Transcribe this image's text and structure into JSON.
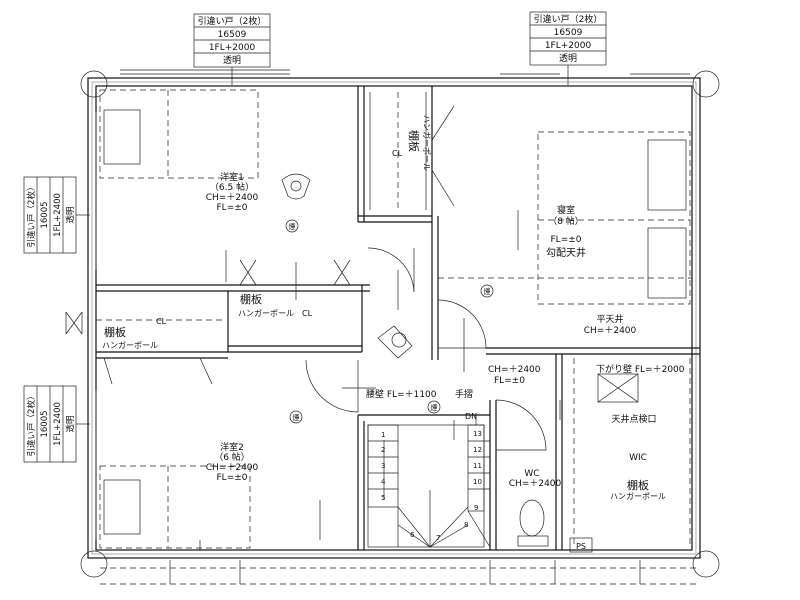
{
  "callouts": {
    "top_left": {
      "line1": "引違い戸（2枚）",
      "line2": "16509",
      "line3": "1FL+2000",
      "line4": "透明"
    },
    "top_right": {
      "line1": "引違い戸（2枚）",
      "line2": "16509",
      "line3": "1FL+2000",
      "line4": "透明"
    },
    "left_upper": {
      "line1": "引違い戸（2枚）",
      "line2": "16005",
      "line3": "1FL+2400",
      "line4": "透明"
    },
    "left_lower": {
      "line1": "引違い戸（2枚）",
      "line2": "16005",
      "line3": "1FL+2400",
      "line4": "透明"
    }
  },
  "rooms": {
    "western1": {
      "name": "洋室1",
      "size": "（6.5 帖）",
      "ch": "CH=＋2400",
      "fl": "FL=±0"
    },
    "closet_top": {
      "shelf": "棚板",
      "pole": "ハンガーポール",
      "cl": "CL"
    },
    "bedroom": {
      "name": "寝室",
      "size": "（8 帖）",
      "fl": "FL=±0",
      "ceiling": "勾配天井"
    },
    "flat_ceiling": {
      "label": "平天井",
      "ch": "CH=＋2400"
    },
    "closet_mid": {
      "shelf": "棚板",
      "pole": "ハンガーポール",
      "cl": "CL"
    },
    "closet_left": {
      "shelf": "棚板",
      "pole": "ハンガーポール",
      "cl": "CL"
    },
    "hall": {
      "ch": "CH=＋2400",
      "fl": "FL=±0"
    },
    "drop_wall": {
      "label": "下がり壁 FL=＋2000"
    },
    "waist_wall": {
      "label": "腰壁 FL=＋1100",
      "handrail": "手摺"
    },
    "attic": {
      "label": "天井点検口"
    },
    "western2": {
      "name": "洋室2",
      "size": "（6 帖）",
      "ch": "CH=＋2400",
      "fl": "FL=±0"
    },
    "wc": {
      "name": "WC",
      "ch": "CH=＋2400"
    },
    "wic": {
      "name": "WIC",
      "shelf": "棚板",
      "pole": "ハンガーポール"
    },
    "ps": {
      "label": "PS"
    },
    "stairs": {
      "dn": "DN",
      "steps": [
        "1",
        "2",
        "3",
        "4",
        "5",
        "6",
        "7",
        "8",
        "9",
        "10",
        "11",
        "12",
        "13"
      ]
    },
    "smoke_symbol": "煙"
  }
}
